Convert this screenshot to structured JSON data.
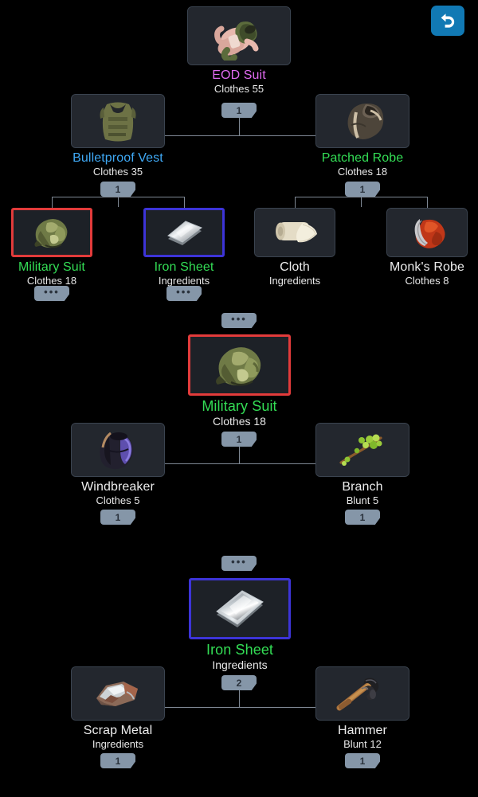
{
  "app": {
    "background": "#000000",
    "accent": "#1179b4",
    "select_red": "#e23b3b",
    "select_blue": "#3d34d8",
    "badge_bg": "#8596a8",
    "line_color": "#7f8894"
  },
  "header": {
    "back_button": {
      "label": "",
      "icon": "undo-arrow-icon",
      "color": "#1179b4"
    }
  },
  "trees": [
    {
      "id": "eod-suit-tree",
      "root": {
        "name": "EOD Suit",
        "name_color": "#e06af0",
        "category": "Clothes 55",
        "quantity": "1",
        "icon": "eod-suit-icon",
        "selection": "none"
      },
      "children": [
        {
          "name": "Bulletproof Vest",
          "name_color": "#3fa9f5",
          "category": "Clothes 35",
          "quantity": "1",
          "icon": "bulletproof-vest-icon",
          "selection": "none",
          "children": [
            {
              "name": "Military Suit",
              "name_color": "#33dd55",
              "category": "Clothes 18",
              "quantity": "...",
              "icon": "military-suit-icon",
              "selection": "red"
            },
            {
              "name": "Iron Sheet",
              "name_color": "#33dd55",
              "category": "Ingredients",
              "quantity": "...",
              "icon": "iron-sheet-icon",
              "selection": "blue"
            }
          ]
        },
        {
          "name": "Patched Robe",
          "name_color": "#33dd55",
          "category": "Clothes 18",
          "quantity": "1",
          "icon": "patched-robe-icon",
          "selection": "none",
          "children": [
            {
              "name": "Cloth",
              "name_color": "#ededed",
              "category": "Ingredients",
              "quantity": "",
              "icon": "cloth-roll-icon",
              "selection": "none"
            },
            {
              "name": "Monk's Robe",
              "name_color": "#ededed",
              "category": "Clothes 8",
              "quantity": "",
              "icon": "monks-robe-icon",
              "selection": "none"
            }
          ]
        }
      ]
    },
    {
      "id": "military-suit-tree",
      "root": {
        "name": "Military Suit",
        "name_color": "#33dd55",
        "category": "Clothes 18",
        "quantity": "1",
        "top_badge": "...",
        "icon": "military-suit-icon",
        "selection": "red"
      },
      "children": [
        {
          "name": "Windbreaker",
          "name_color": "#ededed",
          "category": "Clothes 5",
          "quantity": "1",
          "icon": "windbreaker-icon",
          "selection": "none"
        },
        {
          "name": "Branch",
          "name_color": "#ededed",
          "category": "Blunt 5",
          "quantity": "1",
          "icon": "branch-icon",
          "selection": "none"
        }
      ]
    },
    {
      "id": "iron-sheet-tree",
      "root": {
        "name": "Iron Sheet",
        "name_color": "#33dd55",
        "category": "Ingredients",
        "quantity": "2",
        "top_badge": "...",
        "icon": "iron-sheet-icon",
        "selection": "blue"
      },
      "children": [
        {
          "name": "Scrap Metal",
          "name_color": "#ededed",
          "category": "Ingredients",
          "quantity": "1",
          "icon": "scrap-metal-icon",
          "selection": "none"
        },
        {
          "name": "Hammer",
          "name_color": "#ededed",
          "category": "Blunt 12",
          "quantity": "1",
          "icon": "hammer-icon",
          "selection": "none"
        }
      ]
    }
  ]
}
